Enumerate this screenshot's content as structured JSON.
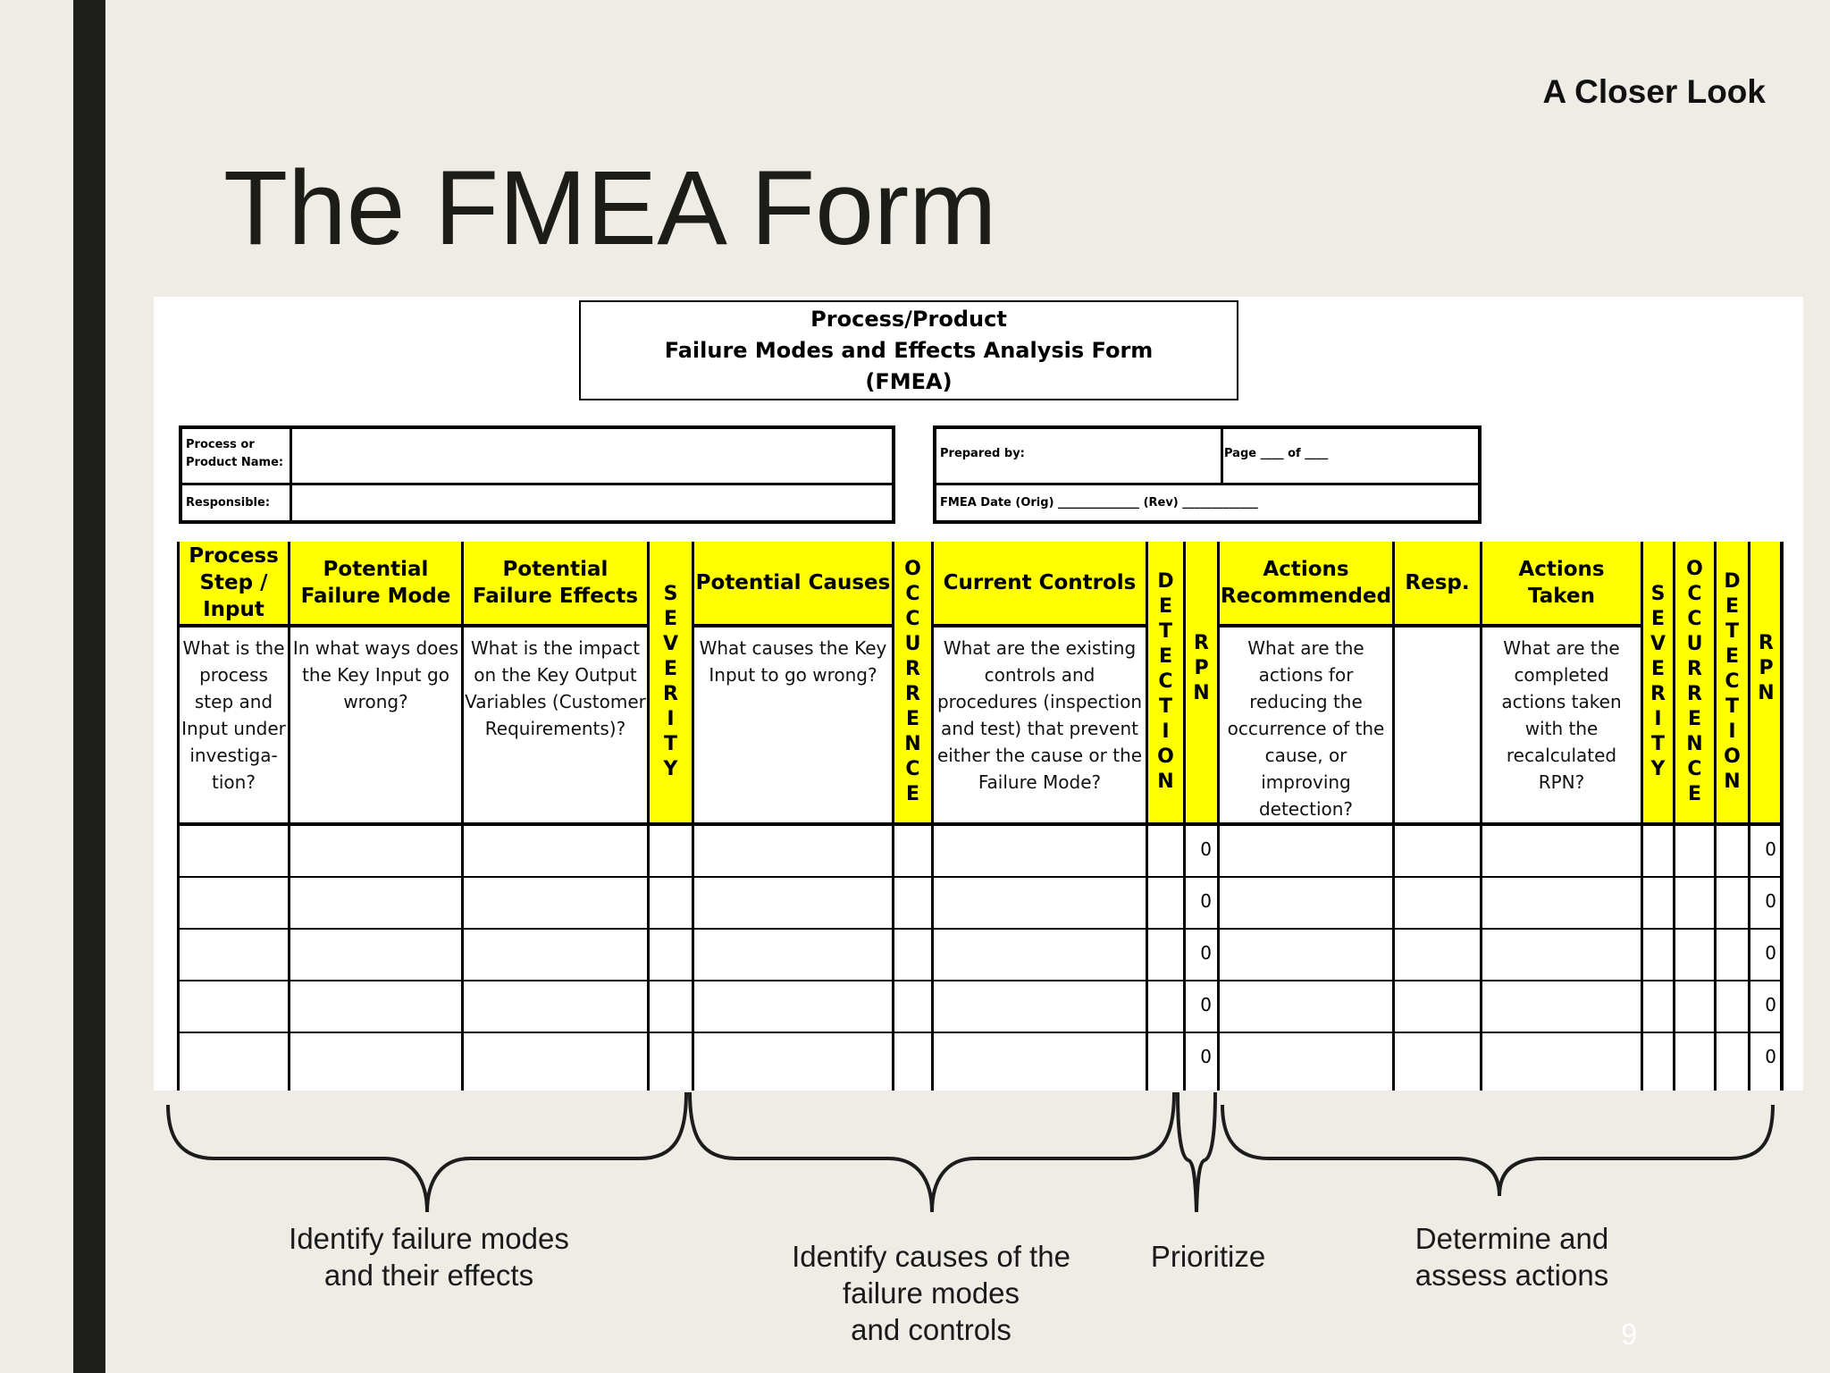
{
  "header": {
    "corner_label": "A Closer Look",
    "title": "The FMEA Form"
  },
  "form": {
    "title_lines": [
      "Process/Product",
      "Failure Modes and Effects Analysis Form",
      "(FMEA)"
    ],
    "left_box": {
      "process_label": "Process or Product Name:",
      "responsible_label": "Responsible:"
    },
    "right_box": {
      "prepared_label": "Prepared by:",
      "page_label": "Page ____ of ____",
      "date_label": "FMEA Date (Orig) ______________ (Rev) _____________"
    },
    "columns": [
      {
        "header": "Process Step / Input",
        "desc": "What is the process step and Input under investiga-tion?"
      },
      {
        "header": "Potential Failure Mode",
        "desc": "In what ways does the Key Input go wrong?"
      },
      {
        "header": "Potential Failure Effects",
        "desc": "What is the impact on the Key Output Variables (Customer Requirements)?"
      },
      {
        "header": "SEVERITY"
      },
      {
        "header": "Potential Causes",
        "desc": "What causes the Key Input to go wrong?"
      },
      {
        "header": "OCCURRENCE"
      },
      {
        "header": "Current Controls",
        "desc": "What are the existing controls and procedures (inspection and test) that prevent either the cause or the Failure Mode?"
      },
      {
        "header": "DETECTION"
      },
      {
        "header": "RPN"
      },
      {
        "header": "Actions Recommended",
        "desc": "What are the actions for reducing the occurrence of the cause, or improving detection?"
      },
      {
        "header": "Resp.",
        "desc": ""
      },
      {
        "header": "Actions Taken",
        "desc": "What are the completed actions taken with the recalculated RPN?"
      },
      {
        "header": "SEVERITY"
      },
      {
        "header": "OCCURRENCE"
      },
      {
        "header": "DETECTION"
      },
      {
        "header": "RPN"
      }
    ],
    "rpn_values": [
      "0",
      "0",
      "0",
      "0",
      "0"
    ]
  },
  "captions": {
    "c1": "Identify failure modes\nand their effects",
    "c2": "Identify causes of the\nfailure modes\nand controls",
    "c3": "Prioritize",
    "c4": "Determine and\nassess actions"
  },
  "page_number": "9"
}
